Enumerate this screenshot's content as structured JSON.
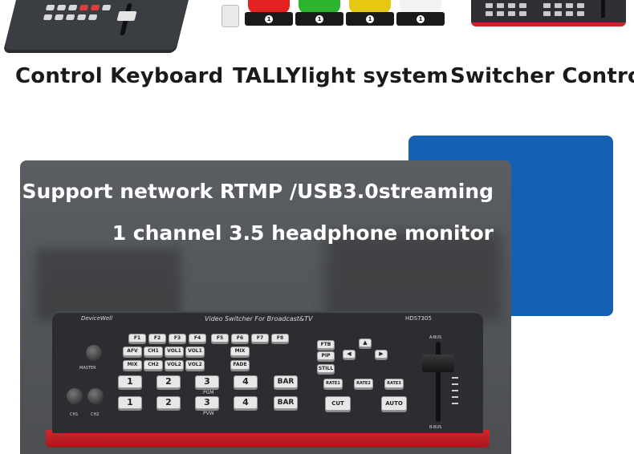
{
  "captions": {
    "left": "Control Keyboard",
    "center": "TALLYlight system",
    "right": "Switcher Control"
  },
  "tally_lights": [
    {
      "color": "#e32323",
      "number": "1"
    },
    {
      "color": "#2bb52e",
      "number": "1"
    },
    {
      "color": "#e6c712",
      "number": "1"
    },
    {
      "color": "#f2f2f2",
      "number": "1"
    }
  ],
  "headline": {
    "line1": "Support network RTMP /USB3.0streaming",
    "line2": "1 channel 3.5 headphone monitor"
  },
  "device": {
    "brand": "DeviceWell",
    "model": "HDS7305",
    "title": "Video Switcher For Broadcast&TV",
    "fkeys": [
      "F1",
      "F2",
      "F3",
      "F4",
      "F5",
      "F6",
      "F7",
      "F8"
    ],
    "func_row1": [
      "AFV",
      "CH1",
      "VOL1",
      "VOL1"
    ],
    "func_row2": [
      "MIX",
      "CH2",
      "VOL2",
      "VOL2"
    ],
    "pgm_keys": [
      "1",
      "2",
      "3",
      "4",
      "BAR"
    ],
    "pvw_keys": [
      "1",
      "2",
      "3",
      "4",
      "BAR"
    ],
    "pgm_label": "PGM",
    "pvw_label": "PVW",
    "side_keys": [
      "FTB",
      "PIP",
      "STILL"
    ],
    "rate_keys": [
      "RATE1",
      "RATE2",
      "RATE3"
    ],
    "cut_label": "CUT",
    "auto_label": "AUTO",
    "mix_label": "MIX",
    "fade_label": "FADE",
    "master_label": "MASTER",
    "ch1_label": "CH1",
    "ch2_label": "CH2",
    "abus_label": "A-BUS",
    "bbus_label": "B-BUS"
  },
  "colors": {
    "blue_card": "#1460b3",
    "panel": "#55585c",
    "accent_red": "#c7262f"
  }
}
